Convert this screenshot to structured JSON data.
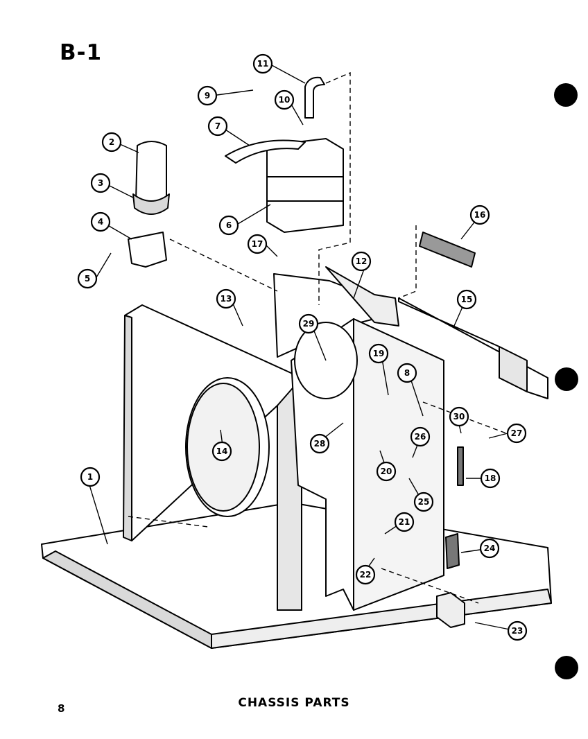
{
  "header": {
    "title": "B-1"
  },
  "footer": {
    "caption": "CHASSIS PARTS",
    "page_number": "8"
  },
  "callouts": [
    "1",
    "2",
    "3",
    "4",
    "5",
    "6",
    "7",
    "8",
    "9",
    "10",
    "11",
    "12",
    "13",
    "14",
    "15",
    "16",
    "17",
    "18",
    "19",
    "20",
    "21",
    "22",
    "23",
    "24",
    "25",
    "26",
    "27",
    "28",
    "29",
    "30"
  ],
  "colors": {
    "ink": "#000000",
    "paper": "#ffffff",
    "shade": "#d9d9d9"
  }
}
